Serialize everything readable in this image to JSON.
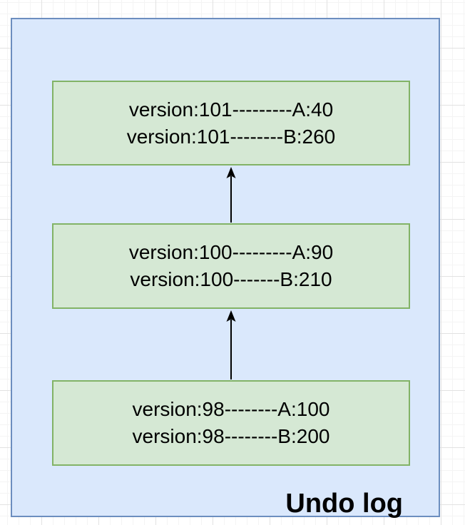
{
  "diagram": {
    "title": "Undo log",
    "colors": {
      "container_fill": "#dae8fc",
      "container_border": "#6c8ebf",
      "box_fill": "#d5e8d4",
      "box_border": "#82b366",
      "arrow": "#000000",
      "text": "#000000"
    },
    "boxes": [
      {
        "lines": [
          "version:101---------A:40",
          "version:101--------B:260"
        ]
      },
      {
        "lines": [
          "version:100---------A:90",
          "version:100-------B:210"
        ]
      },
      {
        "lines": [
          "version:98--------A:100",
          "version:98--------B:200"
        ]
      }
    ],
    "arrows": [
      {
        "icon": "arrow-up-icon"
      },
      {
        "icon": "arrow-up-icon"
      }
    ]
  }
}
